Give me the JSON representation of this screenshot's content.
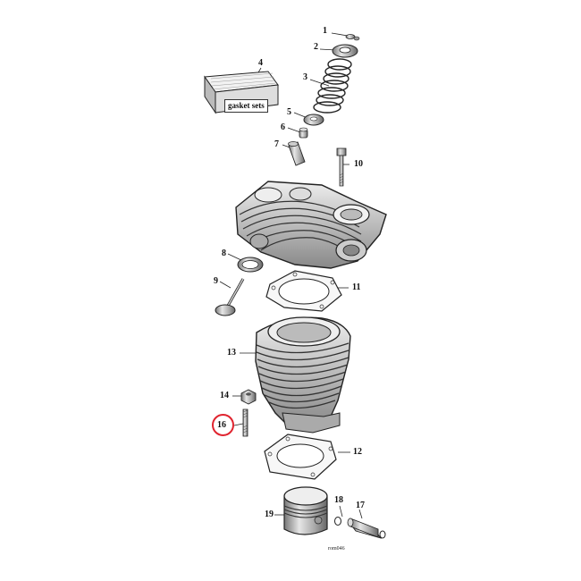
{
  "diagram": {
    "gasket_label": "gasket sets",
    "footer_code": "rom046",
    "highlight_color": "#e0242f",
    "highlighted_callout": "16",
    "callouts": [
      "1",
      "2",
      "3",
      "4",
      "5",
      "6",
      "7",
      "8",
      "9",
      "10",
      "11",
      "12",
      "13",
      "14",
      "16",
      "17",
      "18",
      "19"
    ]
  }
}
